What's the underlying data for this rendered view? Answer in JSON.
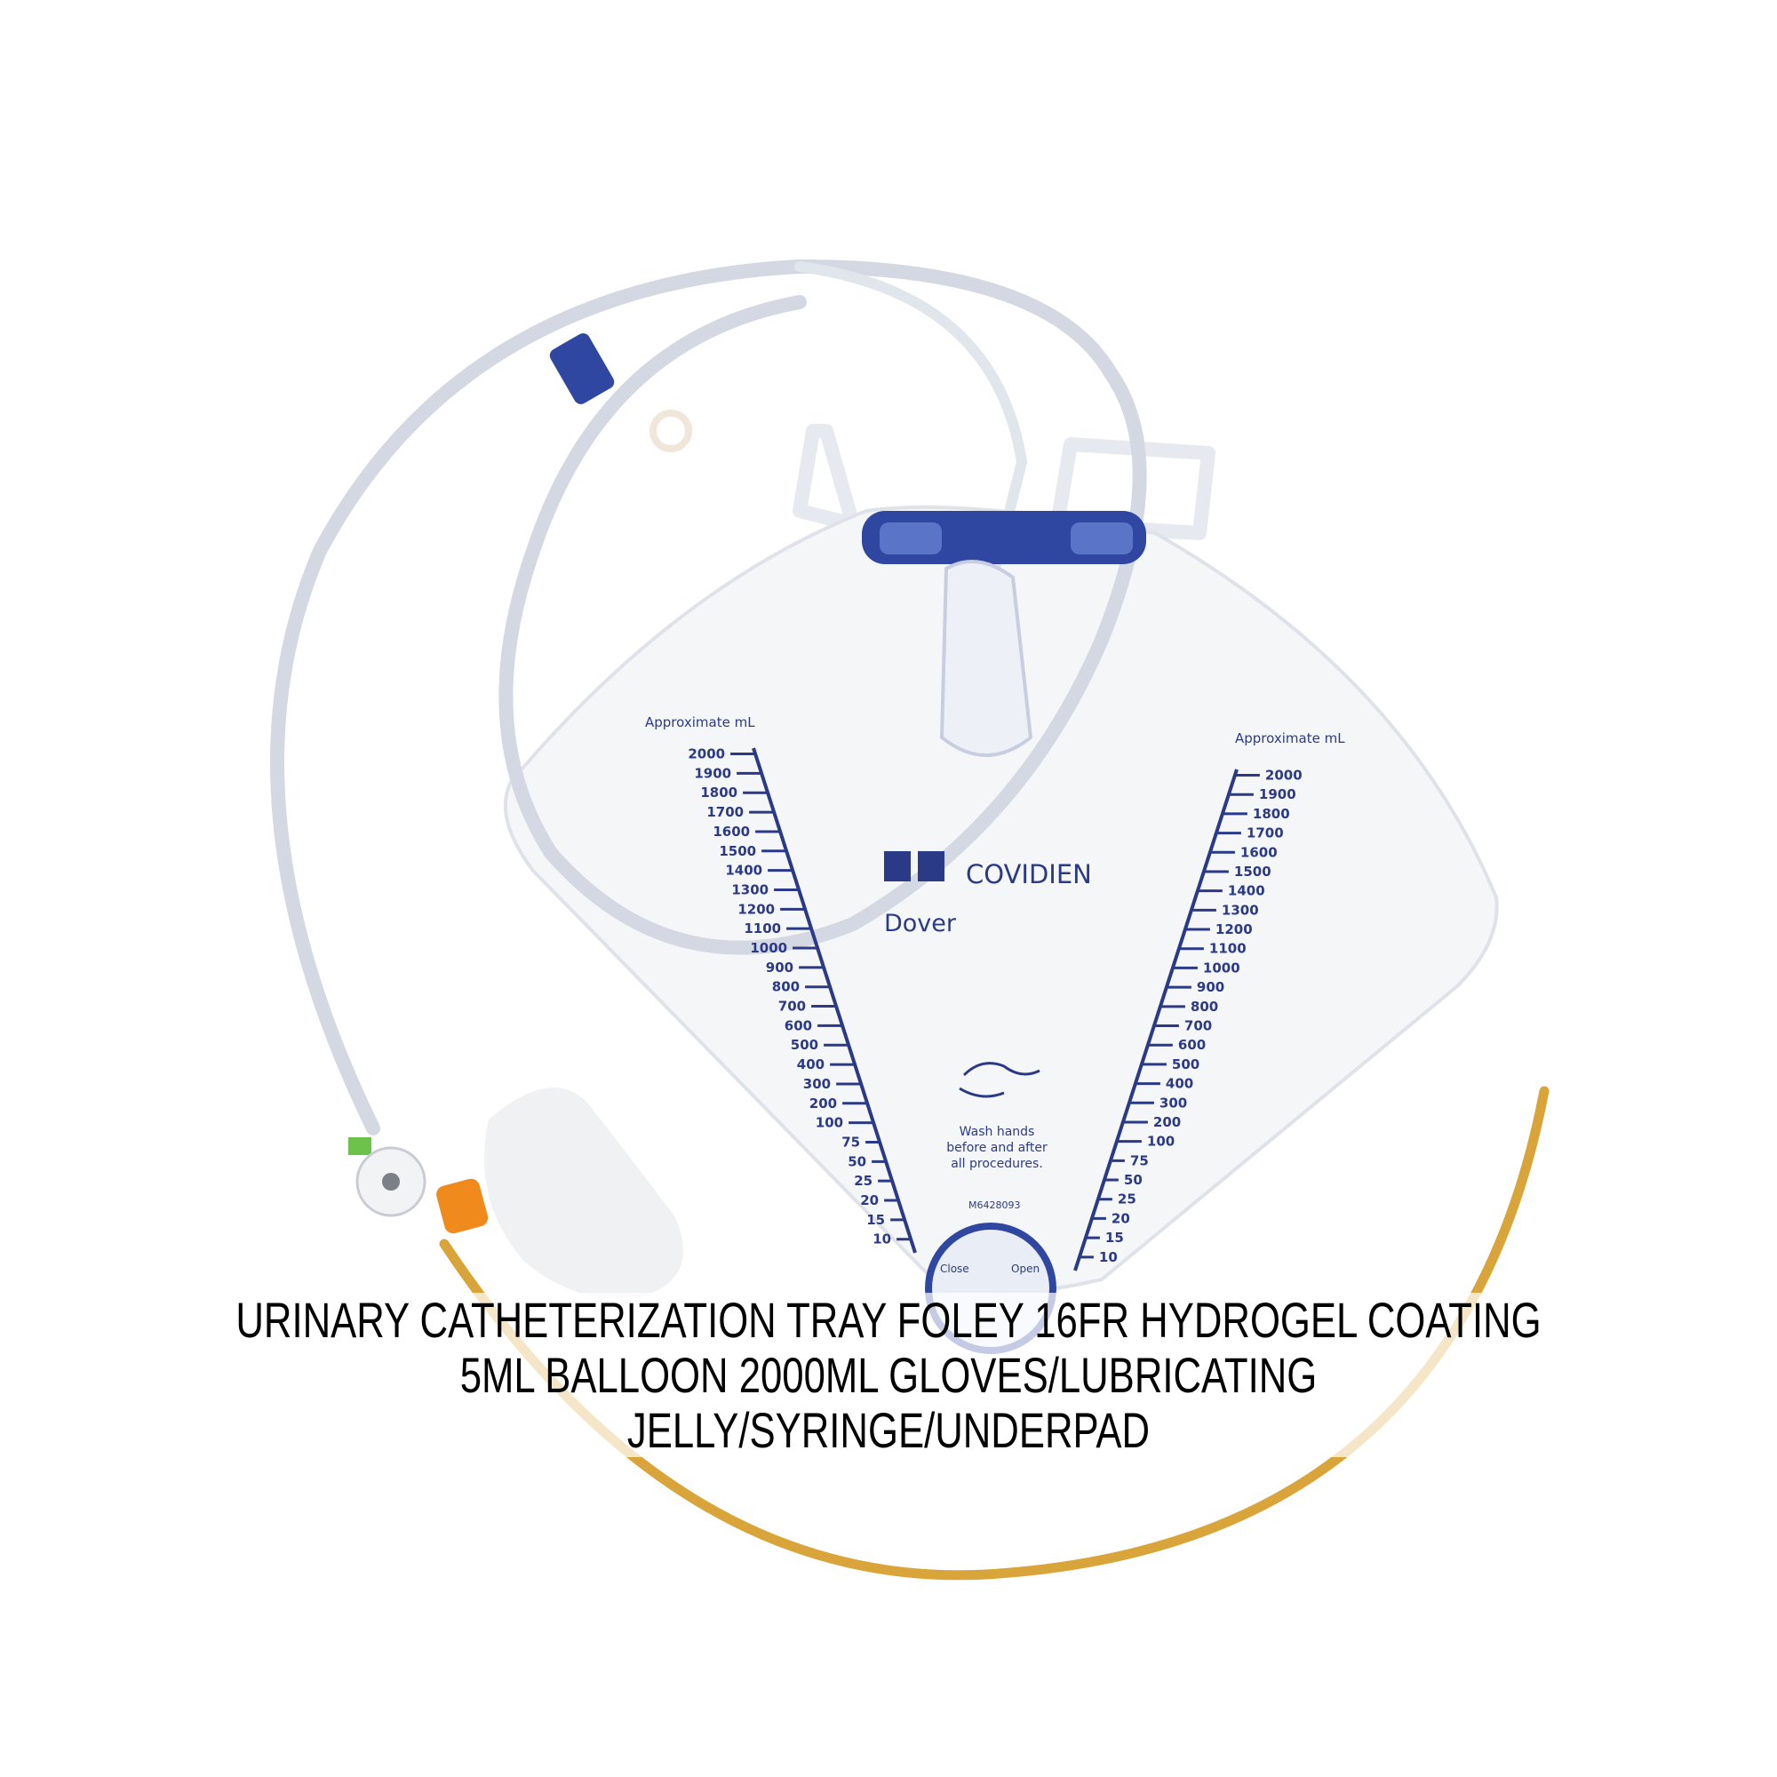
{
  "product": {
    "brand": "COVIDIEN",
    "sub_brand": "Dover",
    "scale_heading": "Approximate mL",
    "scale_values": [
      2000,
      1900,
      1800,
      1700,
      1600,
      1500,
      1400,
      1300,
      1200,
      1100,
      1000,
      900,
      800,
      700,
      600,
      500,
      400,
      300,
      200,
      100,
      75,
      50,
      25,
      20,
      15,
      10
    ],
    "wash_notice": [
      "Wash hands",
      "before and after",
      "all procedures."
    ],
    "lot_code": "M6428093",
    "valve_labels": {
      "close": "Close",
      "open": "Open"
    }
  },
  "caption": {
    "lines": [
      "URINARY CATHETERIZATION TRAY FOLEY 16FR HYDROGEL COATING",
      "5ML BALLOON 2000ML GLOVES/LUBRICATING",
      "JELLY/SYRINGE/UNDERPAD"
    ]
  },
  "colors": {
    "brand_blue": "#2b3a86",
    "catheter": "#d9a53a",
    "connector": "#f08a1c"
  }
}
